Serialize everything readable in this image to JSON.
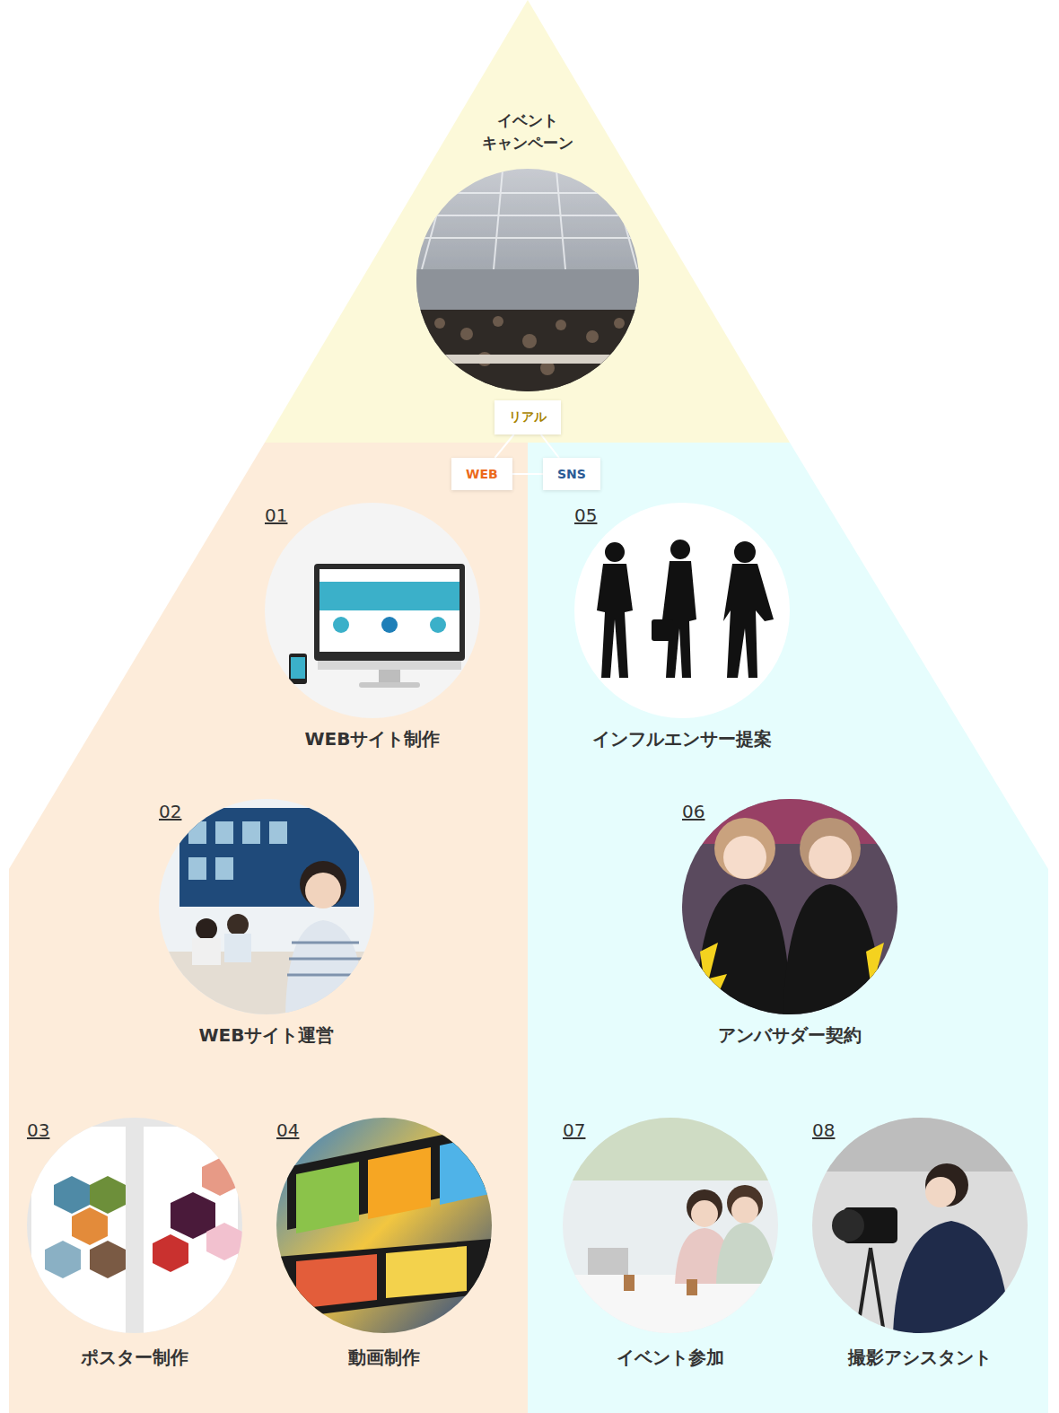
{
  "diagram": {
    "nodes": [
      {
        "text": [
          "イベント キャンペーン"
        ]
      },
      {
        "text": [
          "リアル"
        ]
      },
      {
        "text": [
          "WEB"
        ]
      },
      {
        "text": [
          "SNS"
        ]
      },
      {
        "text": [
          "01",
          "WEBサイト制作"
        ]
      },
      {
        "text": [
          "02",
          "WEBサイト運営"
        ]
      },
      {
        "text": [
          "03",
          "ポスター制作"
        ]
      },
      {
        "text": [
          "04",
          "動画制作"
        ]
      },
      {
        "text": [
          "05",
          "インフルエンサー提案"
        ]
      },
      {
        "text": [
          "06",
          "アンバサダー契約"
        ]
      },
      {
        "text": [
          "07",
          "イベント参加"
        ]
      },
      {
        "text": [
          "08",
          "撮影アシスタント"
        ]
      }
    ],
    "edges": [
      {
        "from": 1,
        "to": 2,
        "arrow": "none"
      },
      {
        "from": 1,
        "to": 3,
        "arrow": "none"
      },
      {
        "from": 2,
        "to": 3,
        "arrow": "none"
      }
    ]
  }
}
